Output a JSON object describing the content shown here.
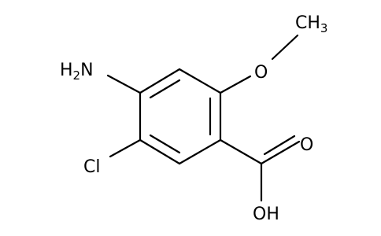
{
  "molecule": {
    "labels": {
      "amino": {
        "main": "H",
        "sub": "2",
        "tail": "N"
      },
      "methyl": {
        "main": "CH",
        "sub": "3"
      },
      "methoxy_oxygen": "O",
      "chloro": "Cl",
      "carbonyl_oxygen": "O",
      "hydroxyl": "OH"
    },
    "colors": {
      "bond": "#000000",
      "label": "#000000",
      "background": "#ffffff"
    }
  }
}
